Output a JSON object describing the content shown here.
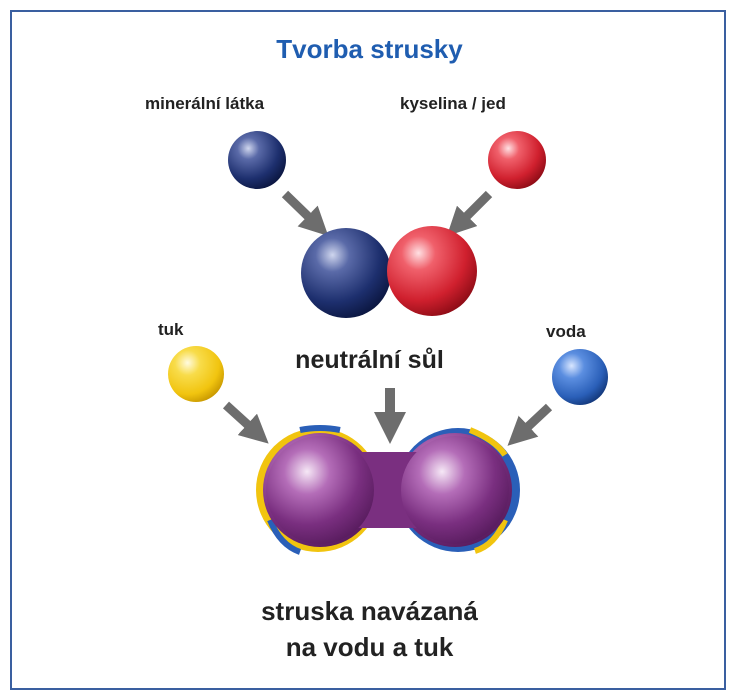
{
  "diagram": {
    "title": "Tvorba strusky",
    "labels": {
      "mineral": "minerální látka",
      "acid": "kyselina / jed",
      "fat": "tuk",
      "water": "voda",
      "salt": "neutrální sůl",
      "result_line1": "struska navázaná",
      "result_line2": "na vodu a tuk"
    },
    "colors": {
      "title": "#1f5db0",
      "mineral": "#1d2f6e",
      "acid": "#d0202e",
      "fat": "#f1c40f",
      "water": "#2a5fb8",
      "slag": "#7a2f80",
      "arrow": "#6d6d6d",
      "frame": "#3a5fa0"
    }
  }
}
